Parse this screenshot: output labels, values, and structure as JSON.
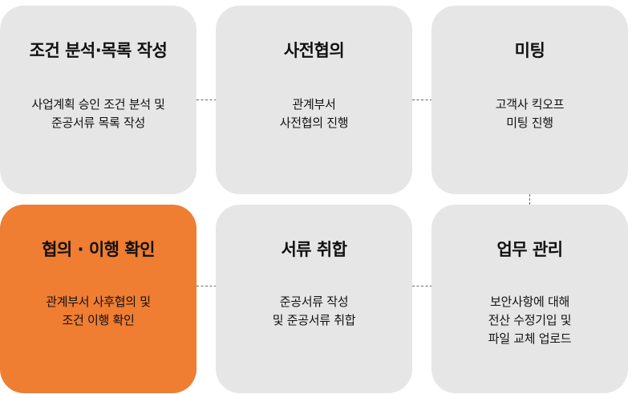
{
  "cards": [
    {
      "title": "조건 분석·목록 작성",
      "desc": [
        "사업계획 승인 조건 분석 및",
        "준공서류 목록 작성"
      ]
    },
    {
      "title": "사전협의",
      "desc": [
        "관계부서",
        "사전협의 진행"
      ]
    },
    {
      "title": "미팅",
      "desc": [
        "고객사 킥오프",
        "미팅 진행"
      ]
    },
    {
      "title": "업무 관리",
      "desc": [
        "보안사항에 대해",
        "전산 수정기입 및",
        "파일 교체 업로드"
      ]
    },
    {
      "title": "서류 취합",
      "desc": [
        "준공서류 작성",
        "및 준공서류 취합"
      ]
    },
    {
      "title": "협의 · 이행 확인",
      "desc": [
        "관계부서 사후협의 및",
        "조건 이행 확인"
      ]
    }
  ],
  "colors": {
    "card": "#e6e6e6",
    "active": "#ef7d32",
    "connector": "#666666"
  }
}
